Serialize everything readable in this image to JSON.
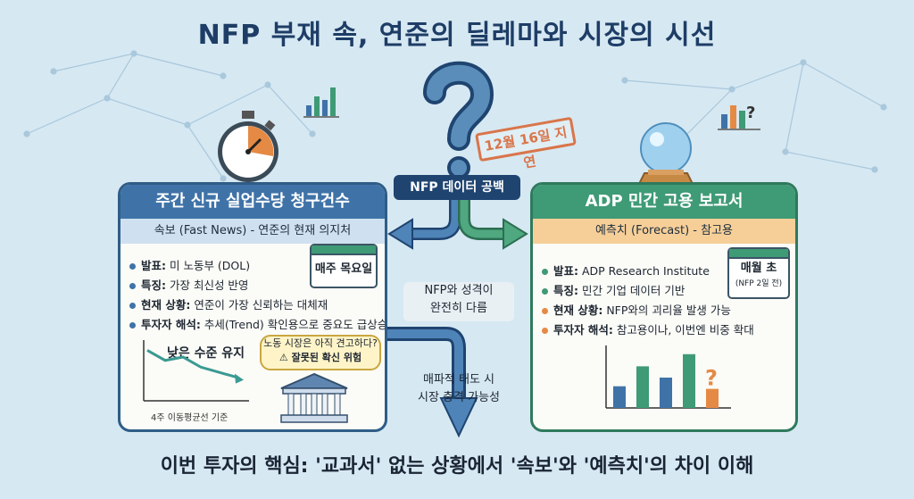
{
  "title": "NFP 부재 속, 연준의 딜레마와 시장의 시선",
  "stamp": "12월 16일 지연",
  "center_label": "NFP 데이터 공백",
  "left_panel": {
    "title": "주간 신규 실업수당 청구건수",
    "subtitle": "속보 (Fast News) - 연준의 현재 의지처",
    "badge": "매주 목요일",
    "bullets": [
      {
        "label": "발표:",
        "text": " 미 노동부 (DOL)"
      },
      {
        "label": "특징:",
        "text": " 가장 최신성 반영"
      },
      {
        "label": "현재 상황:",
        "text": " 연준이 가장 신뢰하는 대체재"
      },
      {
        "label": "투자자 해석:",
        "text": " 추세(Trend) 확인용으로 중요도 급상승"
      }
    ],
    "chart_label": "낮은 수준 유지",
    "chart_caption": "4주 이동평균선 기준",
    "chart_points": [
      60,
      48,
      52,
      40,
      34,
      28
    ],
    "speech_line1": "노동 시장은 아직 견고하다?",
    "speech_line2": "⚠ 잘못된 확신 위험"
  },
  "right_panel": {
    "title": "ADP 민간 고용 보고서",
    "subtitle": "예측치 (Forecast) - 참고용",
    "badge": "매월 초",
    "badge_sub": "(NFP 2일 전)",
    "bullets": [
      {
        "label": "발표:",
        "text": " ADP Research Institute"
      },
      {
        "label": "특징:",
        "text": " 민간 기업 데이터 기반"
      },
      {
        "label": "현재 상황:",
        "text": " NFP와의 괴리율 발생 가능"
      },
      {
        "label": "투자자 해석:",
        "text": " 참고용이나, 이번엔 비중 확대"
      }
    ],
    "chart_values": [
      25,
      48,
      35,
      62,
      22
    ],
    "chart_question": "?"
  },
  "mid_text": {
    "line1": "NFP와 성격이",
    "line2": "완전히 다름"
  },
  "hawk_text": {
    "line1": "매파적 태도 시",
    "line2": "시장 충격 가능성"
  },
  "bottom_text": "이번 투자의 핵심: '교과서' 없는 상황에서 '속보'와 '예측치'의 차이 이해",
  "colors": {
    "navy": "#1f4470",
    "blue": "#3f73a8",
    "green": "#3f9a76",
    "orange": "#e58a45",
    "teal": "#3a9a92",
    "background": "#d6e8f2"
  }
}
